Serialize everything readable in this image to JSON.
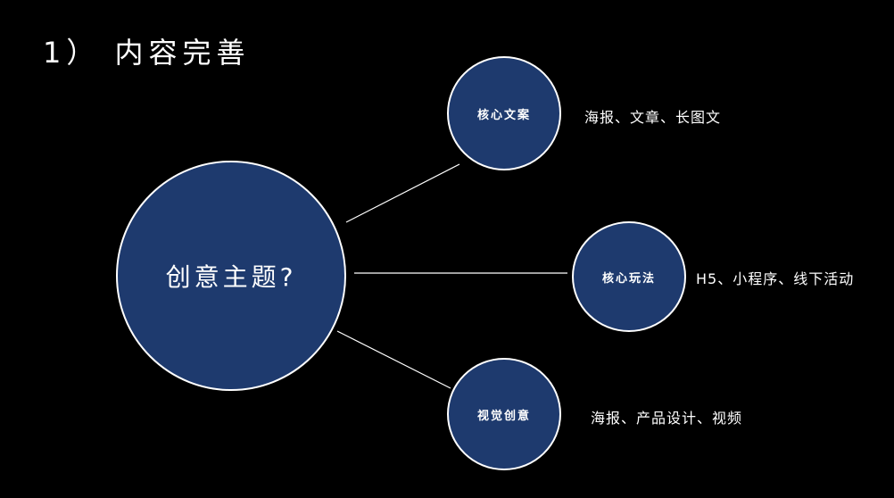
{
  "title": "1） 内容完善",
  "center_node": {
    "label": "创意主题?"
  },
  "branches": [
    {
      "label": "核心文案",
      "description": "海报、文章、长图文"
    },
    {
      "label": "核心玩法",
      "description": "H5、小程序、线下活动"
    },
    {
      "label": "视觉创意",
      "description": "海报、产品设计、视频"
    }
  ],
  "colors": {
    "background": "#000000",
    "node_fill": "#1e3a6e",
    "node_border": "#ffffff",
    "text": "#ffffff",
    "connector": "#ffffff"
  }
}
